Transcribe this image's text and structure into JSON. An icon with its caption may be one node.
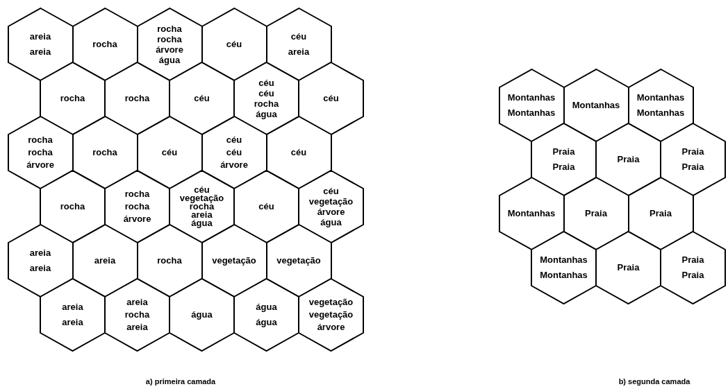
{
  "diagram": {
    "nodes": [
      {
        "text": [
          "areia",
          "areia"
        ]
      },
      {
        "text": [
          "rocha"
        ]
      },
      {
        "text": [
          "rocha",
          "rocha",
          "árvore",
          "água"
        ]
      },
      {
        "text": [
          "céu"
        ]
      },
      {
        "text": [
          "céu",
          "areia"
        ]
      },
      {
        "text": [
          "rocha"
        ]
      },
      {
        "text": [
          "rocha"
        ]
      },
      {
        "text": [
          "céu"
        ]
      },
      {
        "text": [
          "céu",
          "céu",
          "rocha",
          "água"
        ]
      },
      {
        "text": [
          "céu"
        ]
      },
      {
        "text": [
          "rocha",
          "rocha",
          "árvore"
        ]
      },
      {
        "text": [
          "rocha"
        ]
      },
      {
        "text": [
          "céu"
        ]
      },
      {
        "text": [
          "céu",
          "céu",
          "árvore"
        ]
      },
      {
        "text": [
          "céu"
        ]
      },
      {
        "text": [
          "rocha"
        ]
      },
      {
        "text": [
          "rocha",
          "rocha",
          "árvore"
        ]
      },
      {
        "text": [
          "céu",
          "vegetação",
          "rocha",
          "areia",
          "água"
        ]
      },
      {
        "text": [
          "céu"
        ]
      },
      {
        "text": [
          "céu",
          "vegetação",
          "árvore",
          "água"
        ]
      },
      {
        "text": [
          "areia",
          "areia"
        ]
      },
      {
        "text": [
          "areia"
        ]
      },
      {
        "text": [
          "rocha"
        ]
      },
      {
        "text": [
          "vegetação"
        ]
      },
      {
        "text": [
          "vegetação"
        ]
      },
      {
        "text": [
          "areia",
          "areia"
        ]
      },
      {
        "text": [
          "areia",
          "rocha",
          "areia"
        ]
      },
      {
        "text": [
          "água"
        ]
      },
      {
        "text": [
          "água",
          "água"
        ]
      },
      {
        "text": [
          "vegetação",
          "vegetação",
          "árvore"
        ]
      },
      {
        "text": [
          "Montanhas",
          "Montanhas"
        ]
      },
      {
        "text": [
          "Montanhas"
        ]
      },
      {
        "text": [
          "Montanhas",
          "Montanhas"
        ]
      },
      {
        "text": [
          "Praia",
          "Praia"
        ]
      },
      {
        "text": [
          "Praia"
        ]
      },
      {
        "text": [
          "Praia",
          "Praia"
        ]
      },
      {
        "text": [
          "Montanhas"
        ]
      },
      {
        "text": [
          "Praia"
        ]
      },
      {
        "text": [
          "Praia"
        ]
      },
      {
        "text": [
          "Montanhas",
          "Montanhas"
        ]
      },
      {
        "text": [
          "Praia"
        ]
      },
      {
        "text": [
          "Praia",
          "Praia"
        ]
      }
    ],
    "labels": [
      "a) primeira camada",
      "b) segunda camada"
    ]
  }
}
